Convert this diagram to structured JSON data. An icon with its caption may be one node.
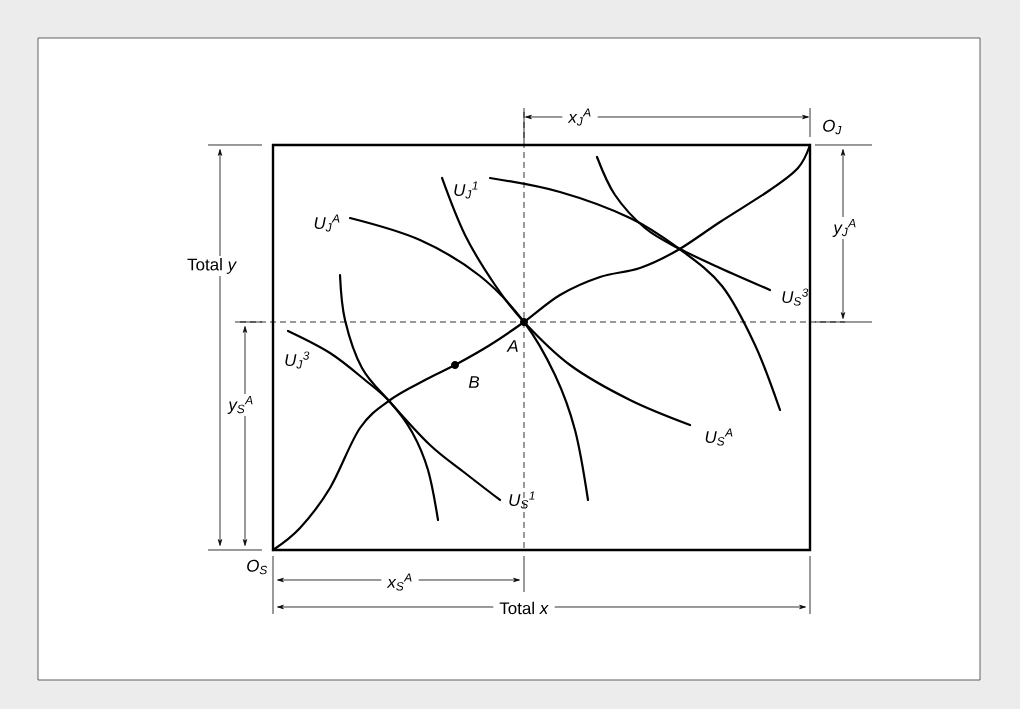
{
  "diagram": {
    "labels": [
      "x$_{J}$$^{A}$",
      "O$_{J}$",
      "U$_{J}$$^{1}$",
      "U$_{J}$$^{A}$",
      "Total *y*",
      "y$_{J}$$^{A}$",
      "U$_{S}$$^{3}$",
      "U$_{J}$$^{3}$",
      "A",
      "B",
      "y$_{S}$$^{A}$",
      "U$_{S}$$^{A}$",
      "U$_{S}$$^{1}$",
      "O$_{S}$",
      "x$_{S}$$^{A}$",
      "Total *x*"
    ]
  }
}
